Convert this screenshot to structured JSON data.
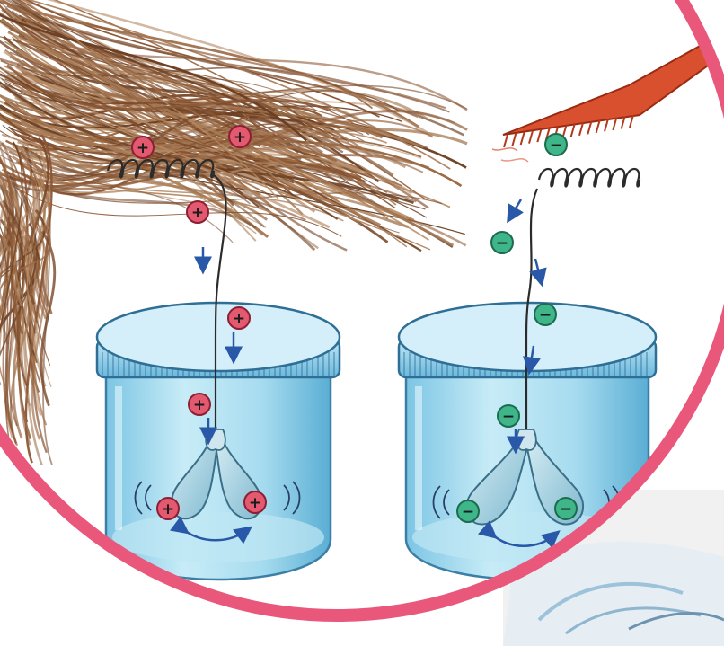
{
  "illustration": {
    "frame_color": "#e9577a",
    "hair_color": "#8a5634",
    "comb_color": "#d9502e",
    "jar_glass_color": "#a9dcef",
    "lid_color": "#6fbfe2",
    "wire_color": "#2b2b2b",
    "arrow_color": "#2a58a8"
  },
  "charges": {
    "positive": {
      "symbol": "+",
      "fill": "#e35a70",
      "stroke": "#8c1f33"
    },
    "negative": {
      "symbol": "−",
      "fill": "#3fb58a",
      "stroke": "#1d6b4d"
    }
  },
  "left_setup": {
    "rubbed_by": "hair",
    "charge": "positive"
  },
  "right_setup": {
    "rubbed_by": "comb",
    "charge": "negative"
  }
}
